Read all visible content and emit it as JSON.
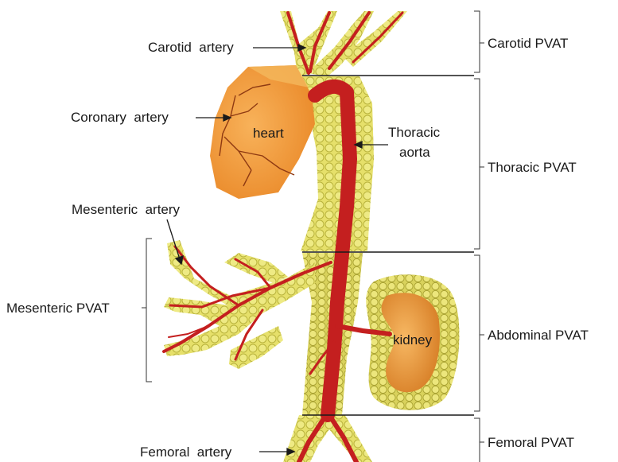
{
  "labels": {
    "carotid_artery": "Carotid  artery",
    "coronary_artery": "Coronary  artery",
    "mesenteric_artery": "Mesenteric  artery",
    "thoracic_aorta_1": "Thoracic",
    "thoracic_aorta_2": "aorta",
    "femoral_artery": "Femoral  artery",
    "heart": "heart",
    "kidney": "kidney"
  },
  "regions": {
    "carotid_pvat": "Carotid PVAT",
    "thoracic_pvat": "Thoracic PVAT",
    "abdominal_pvat": "Abdominal PVAT",
    "femoral_pvat": "Femoral PVAT",
    "mesenteric_pvat": "Mesenteric PVAT"
  },
  "colors": {
    "fat": "#e6e06a",
    "fat_edge": "#b9b33c",
    "artery": "#c41f1f",
    "heart": "#f39a3c",
    "kidney": "#e79a3a"
  }
}
